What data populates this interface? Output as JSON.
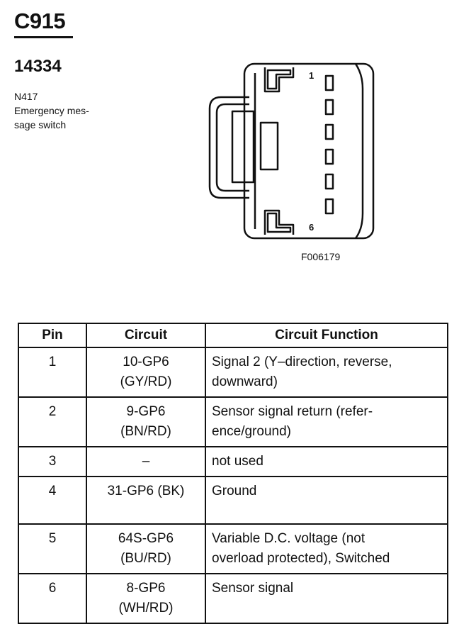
{
  "header": {
    "connector_id": "C915",
    "part_number": "14334",
    "component_code": "N417",
    "component_name_lines": [
      "Emergency mes-",
      "sage switch"
    ]
  },
  "diagram": {
    "pin_label_top": "1",
    "pin_label_bottom": "6",
    "figure_code": "F006179"
  },
  "table": {
    "headers": {
      "pin": "Pin",
      "circuit": "Circuit",
      "function": "Circuit Function"
    },
    "rows": [
      {
        "pin": "1",
        "circuit": "10-GP6\n(GY/RD)",
        "function": "Signal 2 (Y–direction, reverse,\ndownward)"
      },
      {
        "pin": "2",
        "circuit": "9-GP6\n(BN/RD)",
        "function": "Sensor signal return (refer-\nence/ground)"
      },
      {
        "pin": "3",
        "circuit": "–",
        "function": "not used"
      },
      {
        "pin": "4",
        "circuit": "31-GP6 (BK)",
        "function": "Ground"
      },
      {
        "pin": "5",
        "circuit": "64S-GP6\n(BU/RD)",
        "function": "Variable D.C. voltage (not\noverload protected), Switched"
      },
      {
        "pin": "6",
        "circuit": "8-GP6\n(WH/RD)",
        "function": "Sensor signal"
      }
    ]
  }
}
